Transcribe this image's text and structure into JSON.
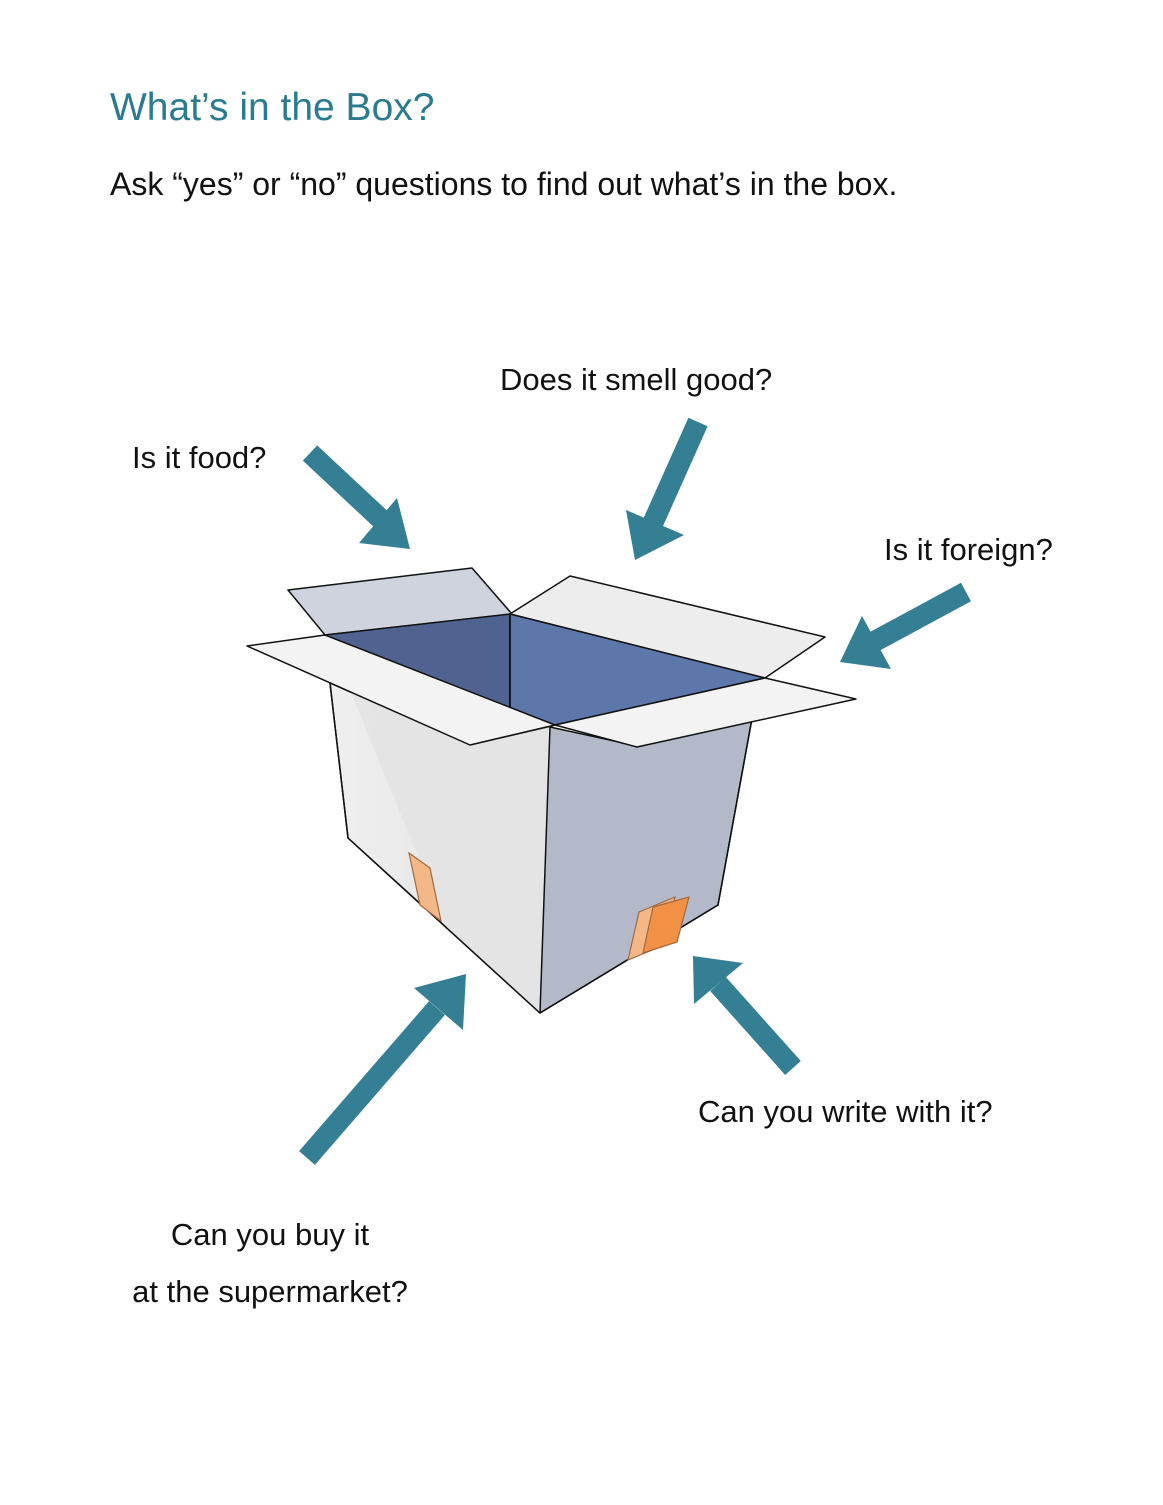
{
  "page": {
    "title": "What’s in the Box?",
    "instructions": "Ask “yes” or “no” questions to find out what’s in the box."
  },
  "questions": {
    "smell": "Does it smell good?",
    "food": "Is it food?",
    "foreign": "Is it foreign?",
    "write": "Can you write with it?",
    "buy_line1": "Can you buy it",
    "buy_line2": "at the supermarket?"
  },
  "colors": {
    "title": "#2a7b8e",
    "arrow": "#347f94",
    "box_interior_dark": "#4f6290",
    "box_interior_light": "#5d77ab",
    "box_right_side": "#b3b9c9",
    "box_left_side": "#e4e4e4",
    "label_orange": "#f0a060"
  },
  "icons": {
    "figure": "open-cardboard-box",
    "pointer": "arrow"
  }
}
